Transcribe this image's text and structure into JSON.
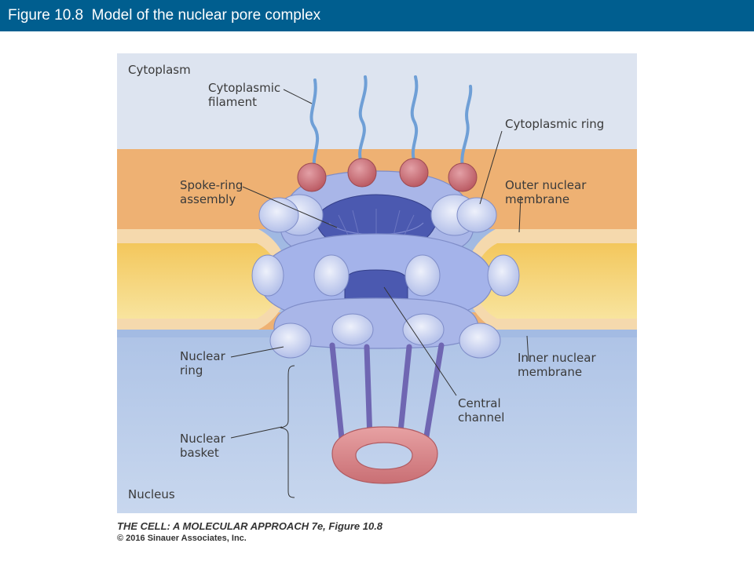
{
  "header": {
    "title": "Figure 10.8  Model of the nuclear pore complex"
  },
  "diagram": {
    "regions": {
      "cytoplasm": "Cytoplasm",
      "nucleus": "Nucleus"
    },
    "labels": {
      "cytoplasmic_filament": [
        "Cytoplasmic",
        "filament"
      ],
      "cytoplasmic_ring": "Cytoplasmic ring",
      "spoke_ring_assembly": [
        "Spoke-ring",
        "assembly"
      ],
      "outer_nuclear_membrane": [
        "Outer nuclear",
        "membrane"
      ],
      "nuclear_ring": [
        "Nuclear",
        "ring"
      ],
      "inner_nuclear_membrane": [
        "Inner nuclear",
        "membrane"
      ],
      "central_channel": [
        "Central",
        "channel"
      ],
      "nuclear_basket": [
        "Nuclear",
        "basket"
      ]
    },
    "colors": {
      "cytoplasm_bg": "#dde4f0",
      "nucleus_bg": "#b9cde6",
      "membrane_orange": "#eeb173",
      "lumen_yellow": "#f5d77a",
      "pore_protein": "#a4b3ea",
      "channel_blue": "#4b59b0",
      "bead_red": "#c86a76",
      "ring_pink": "#d98a8d",
      "basket_purple": "#6f66b2",
      "filament_blue": "#6f9fd6"
    }
  },
  "credits": {
    "book": "THE CELL: A MOLECULAR APPROACH 7e, Figure 10.8",
    "copyright": "© 2016 Sinauer Associates, Inc."
  }
}
